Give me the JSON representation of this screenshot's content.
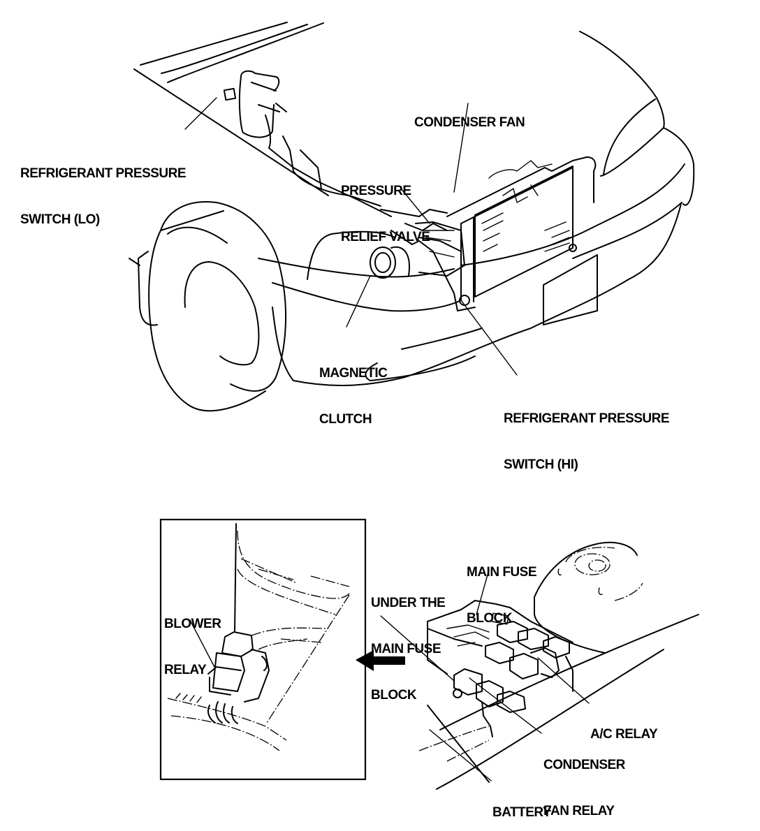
{
  "diagram": {
    "title": "A/C system component locations",
    "colors": {
      "ink": "#000000",
      "paper": "#ffffff"
    },
    "top_view": {
      "labels": {
        "refrigerant_pressure_switch_lo": [
          "REFRIGERANT PRESSURE",
          "SWITCH (LO)"
        ],
        "condenser_fan": [
          "CONDENSER FAN"
        ],
        "pressure_relief_valve": [
          "PRESSURE",
          "RELIEF VALVE"
        ],
        "magnetic_clutch": [
          "MAGNETIC",
          "CLUTCH"
        ],
        "refrigerant_pressure_switch_hi": [
          "REFRIGERANT PRESSURE",
          "SWITCH (HI)"
        ]
      }
    },
    "bottom_view": {
      "inset_labels": {
        "blower_relay": [
          "BLOWER",
          "RELAY"
        ]
      },
      "labels": {
        "under_main_fuse_block": [
          "UNDER THE",
          "MAIN FUSE",
          "BLOCK"
        ],
        "main_fuse_block": [
          "MAIN FUSE",
          "BLOCK"
        ],
        "ac_relay": [
          "A/C RELAY"
        ],
        "condenser_fan_relay": [
          "CONDENSER",
          "FAN RELAY"
        ],
        "battery": [
          "BATTERY"
        ]
      },
      "arrow_direction": "left"
    }
  }
}
